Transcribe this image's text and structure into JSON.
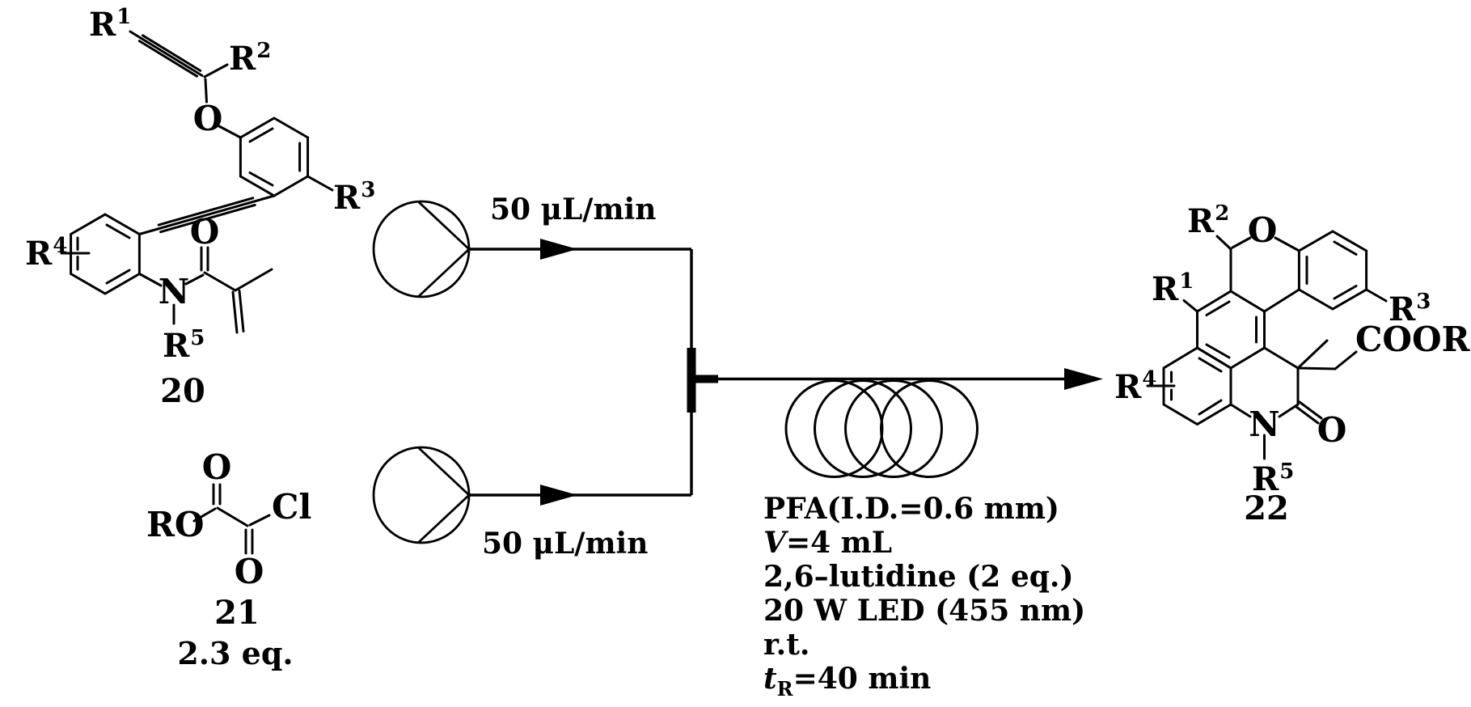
{
  "r_groups": {
    "r1": {
      "base": "R",
      "sup": "1"
    },
    "r2": {
      "base": "R",
      "sup": "2"
    },
    "r3": {
      "base": "R",
      "sup": "3"
    },
    "r4": {
      "base": "R",
      "sup": "4"
    },
    "r5": {
      "base": "R",
      "sup": "5"
    }
  },
  "compound20": {
    "number": "20",
    "atom_o_ether": "O",
    "atom_o_amide": "O",
    "atom_n": "N"
  },
  "compound21": {
    "number": "21",
    "equivalents": "2.3 eq.",
    "group_ro": "RO",
    "atom_cl": "Cl",
    "atom_o_top": "O",
    "atom_o_bottom": "O"
  },
  "flow": {
    "rate_top": "50 μL/min",
    "rate_bottom": "50 μL/min"
  },
  "conditions": {
    "tubing": "PFA(I.D.=0.6 mm)",
    "volume_var": "V",
    "volume_rest": "=4 mL",
    "base_reagent": "2,6–lutidine (2 eq.)",
    "light": "20 W LED (455 nm)",
    "temperature": "r.t.",
    "time_var": "t",
    "time_sub": "R",
    "time_rest": "=40 min"
  },
  "compound22": {
    "number": "22",
    "atom_o_pyran": "O",
    "atom_n": "N",
    "atom_o_lactam": "O",
    "group_coor": "COOR"
  },
  "colors": {
    "ink": "#000000",
    "background": "#ffffff"
  }
}
